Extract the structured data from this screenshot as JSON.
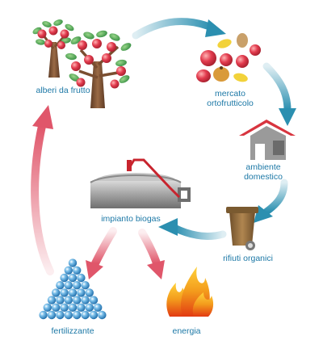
{
  "labels": {
    "trees": "alberi da frutto",
    "market_line1": "mercato",
    "market_line2": "ortofrutticolo",
    "home_line1": "ambiente",
    "home_line2": "domestico",
    "biogas": "impianto biogas",
    "waste": "rifiuti organici",
    "fertilizer": "fertilizzante",
    "energy": "energia"
  },
  "colors": {
    "label_text": "#1c78a6",
    "cycle_arrow_teal": "#2b8fb0",
    "return_arrow_red": "#e0566a",
    "apple_red": "#e23b4e",
    "leaf_green": "#3a9a4a",
    "trunk_brown": "#8a5a3a",
    "house_roof": "#d8353f",
    "house_wall": "#9a9a9a",
    "bin_brown": "#9c7440",
    "tank_gray": "#9b9b9b",
    "pipe_red": "#c8242e",
    "fertilizer_blue": "#2f88c6",
    "flame_orange": "#f08a1a"
  },
  "icons": {
    "trees": "fruit-trees-icon",
    "market": "fruit-market-icon",
    "home": "house-icon",
    "waste": "organic-waste-bin-icon",
    "biogas": "biogas-plant-icon",
    "fertilizer": "fertilizer-pile-icon",
    "energy": "flame-icon"
  }
}
